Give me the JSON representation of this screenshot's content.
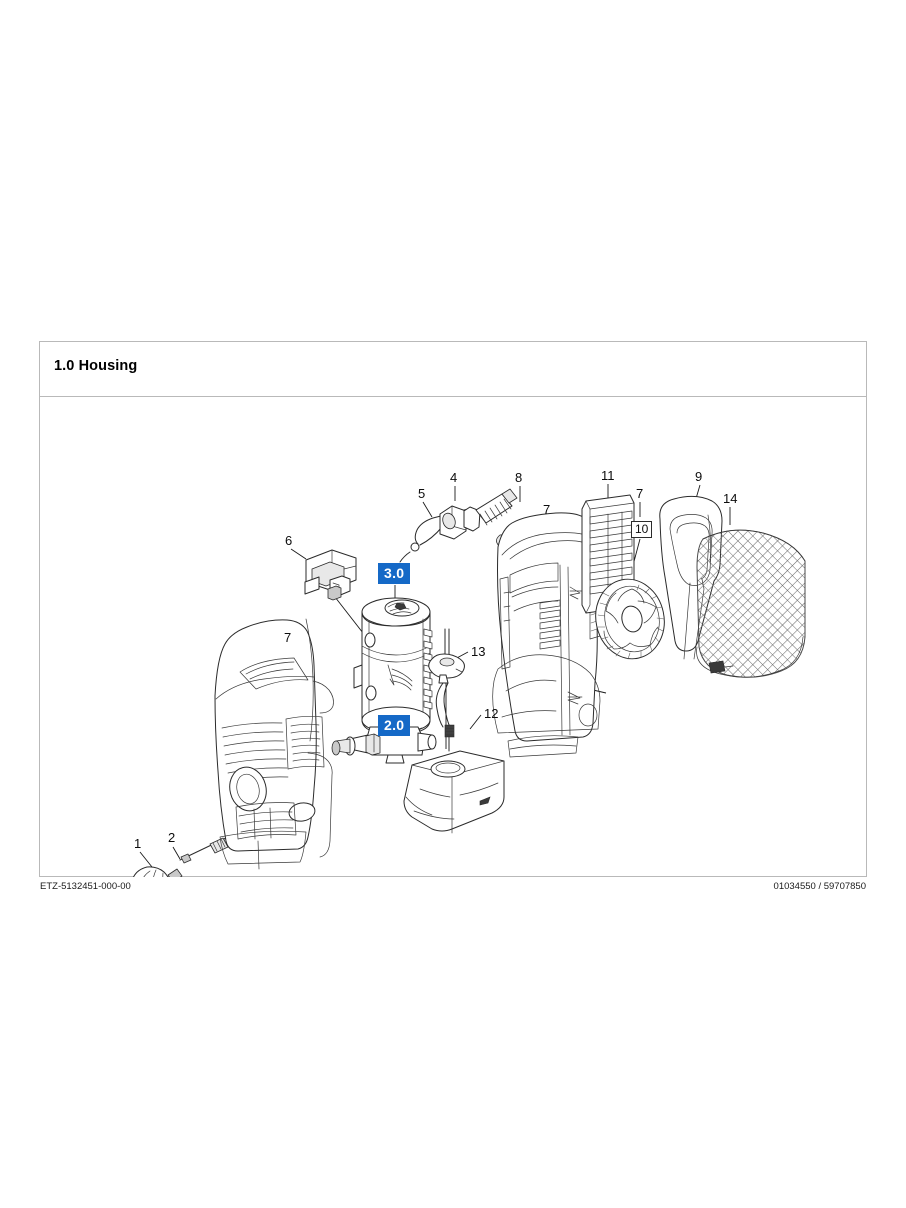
{
  "document": {
    "section_title": "1.0 Housing",
    "footer_left": "ETZ-5132451-000-00",
    "footer_right": "01034550 / 59707850",
    "accent_color": "#1569c7",
    "frame_border_color": "#b9b9b9",
    "line_color": "#2b2b2b"
  },
  "badges": [
    {
      "label": "3.0",
      "name": "assembly-badge-3-0"
    },
    {
      "label": "2.0",
      "name": "assembly-badge-2-0"
    }
  ],
  "callouts": [
    {
      "id": "c1",
      "label": "1",
      "part": "nozzle-tip"
    },
    {
      "id": "c2",
      "label": "2",
      "part": "lance-connector"
    },
    {
      "id": "c3",
      "label": "5",
      "part": "wire-clip"
    },
    {
      "id": "c4",
      "label": "4",
      "part": "threaded-bolt"
    },
    {
      "id": "c5",
      "label": "8",
      "part": "screw"
    },
    {
      "id": "c6",
      "label": "6",
      "part": "switch-block"
    },
    {
      "id": "c7",
      "label": "7",
      "part": "screw-front-shell"
    },
    {
      "id": "c8",
      "label": "7",
      "part": "screw-rear-frame"
    },
    {
      "id": "c9",
      "label": "7",
      "part": "screw-fan"
    },
    {
      "id": "c10",
      "label": "11",
      "part": "louvre-grille"
    },
    {
      "id": "c11",
      "label": "9",
      "part": "carry-handle"
    },
    {
      "id": "c12",
      "label": "13",
      "part": "hose-fitting"
    },
    {
      "id": "c13",
      "label": "12",
      "part": "detergent-tank"
    },
    {
      "id": "c14",
      "label": "14",
      "part": "mesh-screen"
    }
  ],
  "boxed_callouts": [
    {
      "id": "b1",
      "label": "10",
      "part": "fan-impeller"
    }
  ]
}
